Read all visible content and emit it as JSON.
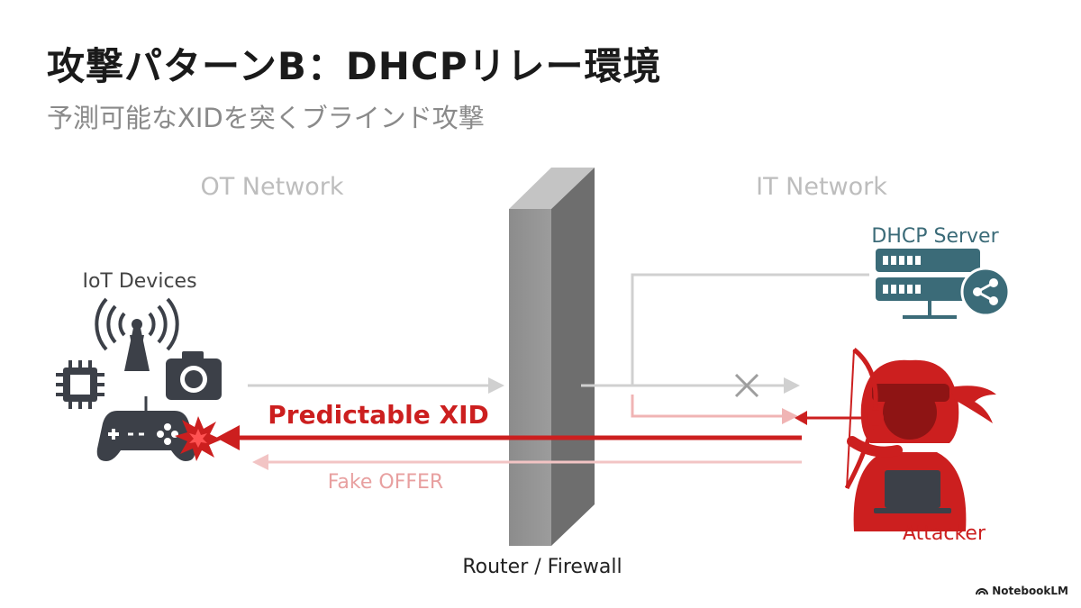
{
  "slide": {
    "title": "攻撃パターンB：DHCPリレー環境",
    "subtitle": "予測可能なXIDを突くブラインド攻撃"
  },
  "diagram": {
    "ot_network_label": "OT Network",
    "it_network_label": "IT Network",
    "iot_devices_label": "IoT Devices",
    "dhcp_server_label": "DHCP Server",
    "router_label": "Router / Firewall",
    "attacker_label": "Attacker",
    "predictable_xid_label": "Predictable XID",
    "fake_offer_label": "Fake OFFER"
  },
  "branding": {
    "name": "NotebookLM"
  },
  "colors": {
    "accent_red": "#cc1f1f",
    "light_red": "#f0b4b4",
    "gray_arrow": "#cfcfcf",
    "server_teal": "#3b6b78",
    "icon_dark": "#3c4048"
  },
  "icons": [
    "chip-icon",
    "antenna-icon",
    "camera-icon",
    "gamepad-icon",
    "explosion-icon",
    "server-icon",
    "share-icon",
    "attacker-icon",
    "bow-icon",
    "blocked-x-icon"
  ]
}
